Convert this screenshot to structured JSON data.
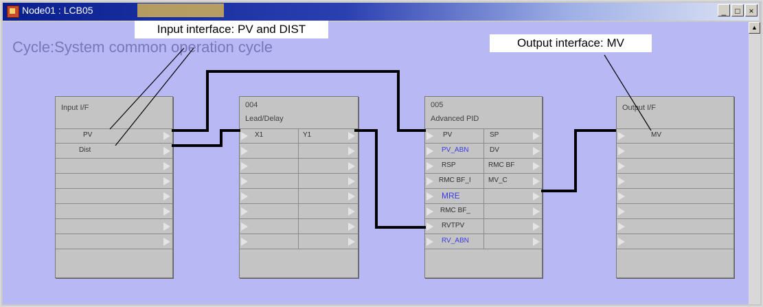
{
  "window": {
    "title": "Node01 : LCB05",
    "buttons": [
      "_",
      "□",
      "×"
    ]
  },
  "cycle_title": "Cycle:System common operation cycle",
  "blocks": {
    "input": {
      "header": "Input I/F",
      "rows": [
        "PV",
        "Dist",
        "",
        "",
        "",
        "",
        "",
        ""
      ]
    },
    "leadlag": {
      "header1": "004",
      "header2": "Lead/Delay",
      "rows": [
        [
          "X1",
          "Y1"
        ],
        [
          "",
          ""
        ],
        [
          "",
          ""
        ],
        [
          "",
          ""
        ],
        [
          "",
          ""
        ],
        [
          "",
          ""
        ],
        [
          "",
          ""
        ],
        [
          "",
          ""
        ]
      ]
    },
    "pid": {
      "header1": "005",
      "header2": "Advanced PID",
      "rows": [
        [
          "PV",
          "SP"
        ],
        [
          "PV_ABN",
          "DV"
        ],
        [
          "RSP",
          "RMC BF"
        ],
        [
          "RMC BF_I",
          "MV_C"
        ],
        [
          "MRE",
          ""
        ],
        [
          "RMC BF_",
          ""
        ],
        [
          "RVTPV",
          ""
        ],
        [
          "RV_ABN",
          ""
        ]
      ]
    },
    "output": {
      "header": "Output I/F",
      "rows": [
        "MV",
        "",
        "",
        "",
        "",
        "",
        "",
        ""
      ]
    }
  },
  "callouts": {
    "input": "Input interface: PV and DIST",
    "output": "Output interface: MV"
  },
  "colors": {
    "canvas": "#b8b8f4",
    "block": "#c4c4c4",
    "wire": "#000000",
    "blue_label": "#3a3ae0"
  }
}
